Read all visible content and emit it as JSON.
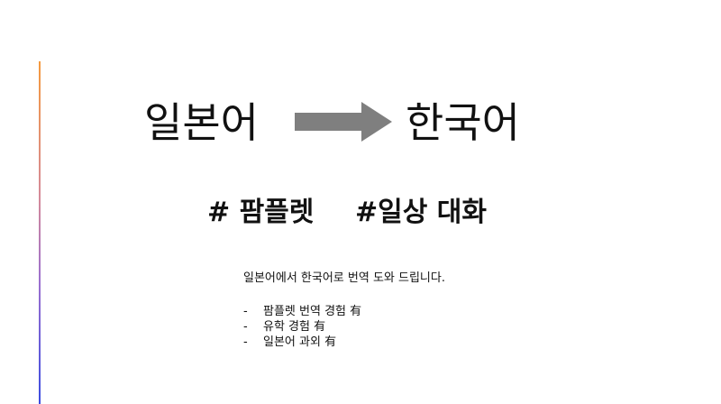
{
  "title": {
    "source_language": "일본어",
    "target_language": "한국어"
  },
  "arrow_color": "#7f7f7f",
  "tags": [
    "# 팜플렛",
    "#일상 대화"
  ],
  "description": "일본어에서 한국어로 번역 도와 드립니다.",
  "bullets": [
    "팜플렛 번역 경험 有",
    "유학 경험 有",
    "일본어 과외 有"
  ],
  "bullet_marker": "-"
}
